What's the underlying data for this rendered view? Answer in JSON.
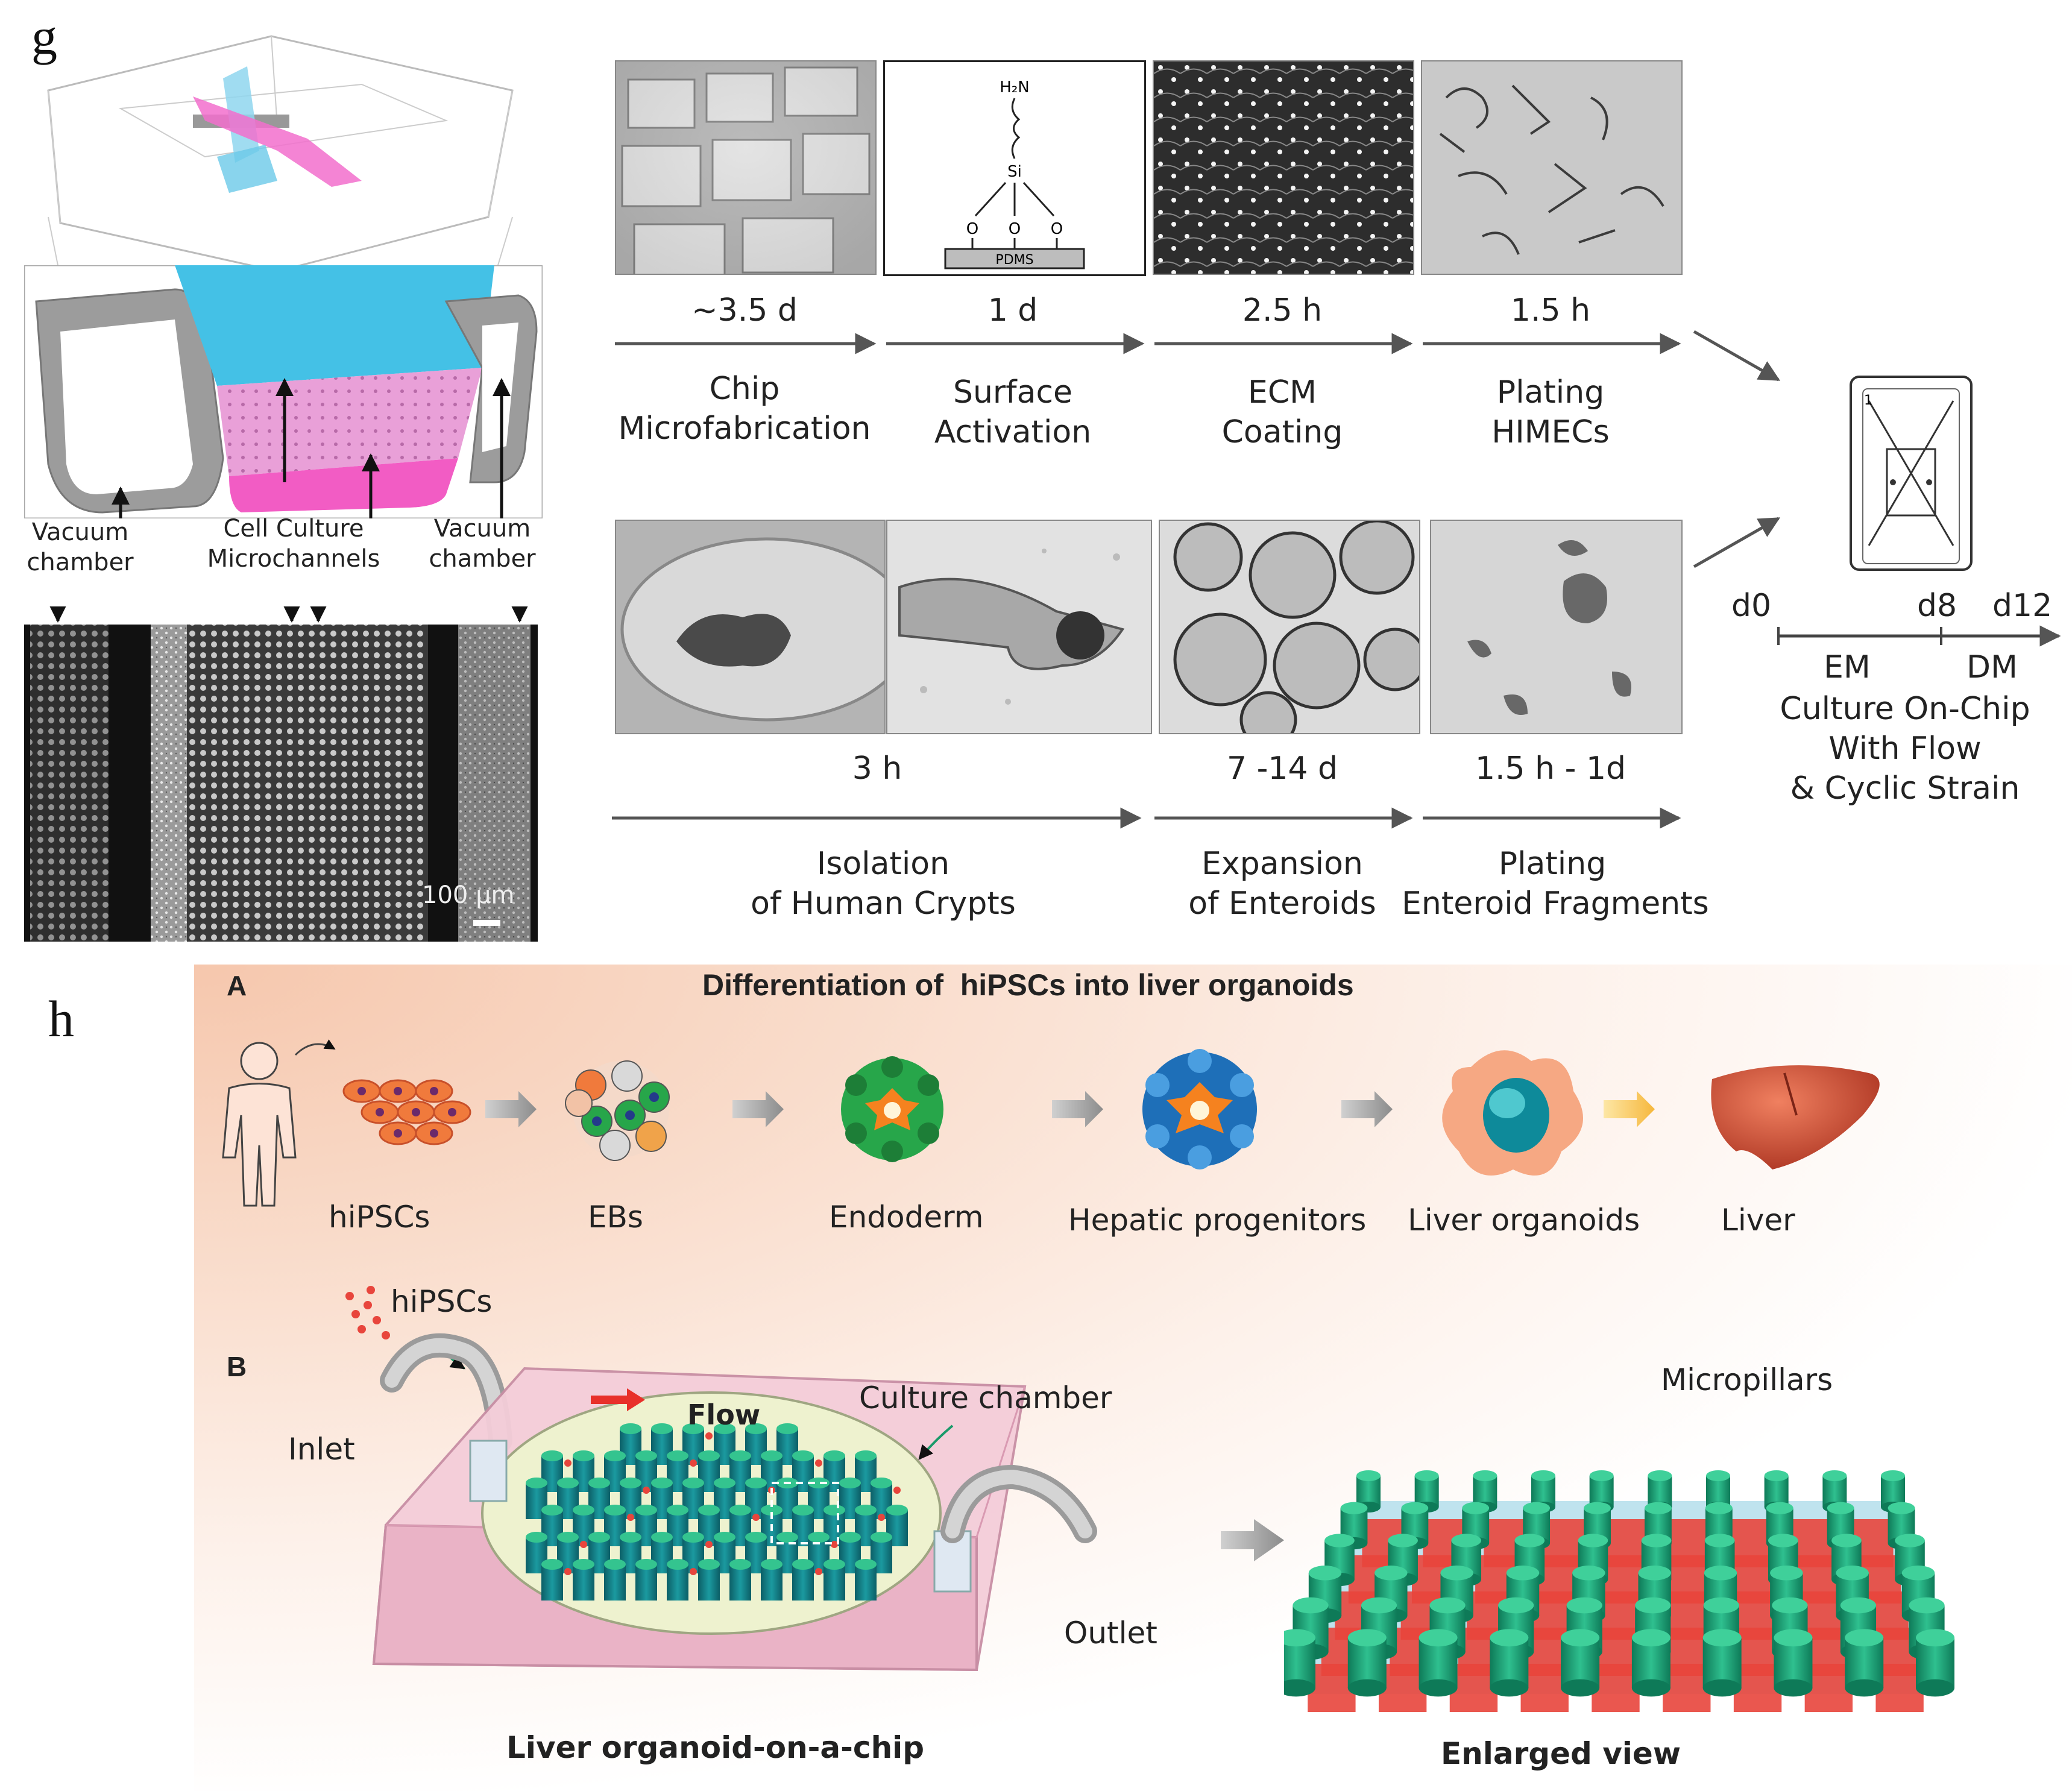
{
  "panel_g": {
    "letter": "g",
    "left_labels": {
      "vacuum_left": [
        "Vacuum",
        "chamber"
      ],
      "cell_culture": [
        "Cell Culture",
        "Microchannels"
      ],
      "vacuum_right": [
        "Vacuum",
        "chamber"
      ],
      "scale_bar": "100 µm"
    },
    "surface_chem": {
      "amine": "H₂N",
      "silicon": "Si",
      "oxygen": "O",
      "substrate": "PDMS"
    },
    "top_row": [
      {
        "duration": "~3.5 d",
        "caption": [
          "Chip",
          "Microfabrication"
        ]
      },
      {
        "duration": "1 d",
        "caption": [
          "Surface",
          "Activation"
        ]
      },
      {
        "duration": "2.5 h",
        "caption": [
          "ECM",
          "Coating"
        ]
      },
      {
        "duration": "1.5 h",
        "caption": [
          "Plating",
          "HIMECs"
        ]
      }
    ],
    "bottom_row": [
      {
        "duration": "3 h",
        "caption": [
          "Isolation",
          "of Human Crypts"
        ]
      },
      {
        "duration": "7 -14 d",
        "caption": [
          "Expansion",
          "of Enteroids"
        ]
      },
      {
        "duration": "1.5 h - 1d",
        "caption": [
          "Plating",
          "Enteroid Fragments"
        ]
      }
    ],
    "timeline": {
      "ticks": [
        "d0",
        "d8",
        "d12"
      ],
      "phases": [
        "EM",
        "DM"
      ],
      "chip_number": "1",
      "caption": [
        "Culture On-Chip",
        "With Flow",
        "& Cyclic Strain"
      ]
    }
  },
  "panel_h": {
    "letter": "h",
    "section_a": {
      "letter": "A",
      "title": "Differentiation of  hiPSCs into liver organoids",
      "steps": [
        "hiPSCs",
        "EBs",
        "Endoderm",
        "Hepatic progenitors",
        "Liver organoids",
        "Liver"
      ]
    },
    "section_b": {
      "letter": "B",
      "labels": {
        "hipscs": "hiPSCs",
        "inlet": "Inlet",
        "flow": "Flow",
        "culture_chamber": "Culture chamber",
        "outlet": "Outlet",
        "micropillars": "Micropillars",
        "chip_title": "Liver organoid-on-a-chip",
        "enlarged_title": "Enlarged view"
      }
    }
  },
  "colors": {
    "magenta": "#f25cc4",
    "cyan": "#3fc1e8",
    "pillar_green": "#1fa87a",
    "cell_red": "#e8453c",
    "liver_red": "#c8402e",
    "peach_bg": "#f6c7ad"
  }
}
